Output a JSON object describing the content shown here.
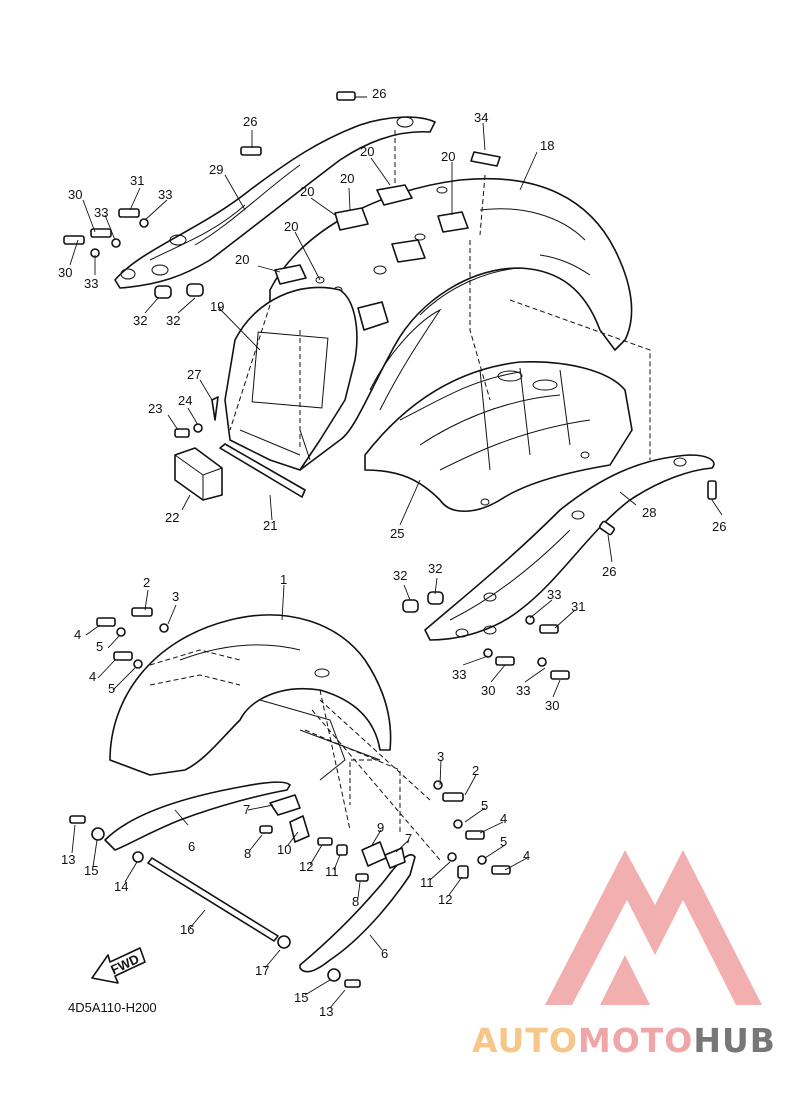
{
  "diagram": {
    "code": "4D5A110-H200",
    "fwd_label": "FWD",
    "watermark": {
      "part1": "AUTO",
      "part2": "MOTO",
      "part3": "HUB",
      "color_light": "#f7c789",
      "color_pink": "#f0a6a6",
      "color_dark": "#777777"
    },
    "labels": [
      {
        "id": "l26a",
        "text": "26"
      },
      {
        "id": "l26b",
        "text": "26"
      },
      {
        "id": "l34",
        "text": "34"
      },
      {
        "id": "l18",
        "text": "18"
      },
      {
        "id": "l20a",
        "text": "20"
      },
      {
        "id": "l20b",
        "text": "20"
      },
      {
        "id": "l20c",
        "text": "20"
      },
      {
        "id": "l20d",
        "text": "20"
      },
      {
        "id": "l20e",
        "text": "20"
      },
      {
        "id": "l20f",
        "text": "20"
      },
      {
        "id": "l29",
        "text": "29"
      },
      {
        "id": "l31a",
        "text": "31"
      },
      {
        "id": "l33a",
        "text": "33"
      },
      {
        "id": "l30a",
        "text": "30"
      },
      {
        "id": "l33b",
        "text": "33"
      },
      {
        "id": "l30b",
        "text": "30"
      },
      {
        "id": "l33c",
        "text": "33"
      },
      {
        "id": "l19",
        "text": "19"
      },
      {
        "id": "l32a",
        "text": "32"
      },
      {
        "id": "l32b",
        "text": "32"
      },
      {
        "id": "l27",
        "text": "27"
      },
      {
        "id": "l23",
        "text": "23"
      },
      {
        "id": "l24",
        "text": "24"
      },
      {
        "id": "l22",
        "text": "22"
      },
      {
        "id": "l21",
        "text": "21"
      },
      {
        "id": "l25",
        "text": "25"
      },
      {
        "id": "l28",
        "text": "28"
      },
      {
        "id": "l26c",
        "text": "26"
      },
      {
        "id": "l26d",
        "text": "26"
      },
      {
        "id": "l1",
        "text": "1"
      },
      {
        "id": "l2a",
        "text": "2"
      },
      {
        "id": "l3a",
        "text": "3"
      },
      {
        "id": "l4a",
        "text": "4"
      },
      {
        "id": "l5a",
        "text": "5"
      },
      {
        "id": "l4b",
        "text": "4"
      },
      {
        "id": "l5b",
        "text": "5"
      },
      {
        "id": "l32c",
        "text": "32"
      },
      {
        "id": "l32d",
        "text": "32"
      },
      {
        "id": "l33d",
        "text": "33"
      },
      {
        "id": "l31b",
        "text": "31"
      },
      {
        "id": "l33e",
        "text": "33"
      },
      {
        "id": "l30c",
        "text": "30"
      },
      {
        "id": "l33f",
        "text": "33"
      },
      {
        "id": "l30d",
        "text": "30"
      },
      {
        "id": "l3b",
        "text": "3"
      },
      {
        "id": "l2b",
        "text": "2"
      },
      {
        "id": "l5c",
        "text": "5"
      },
      {
        "id": "l4c",
        "text": "4"
      },
      {
        "id": "l5d",
        "text": "5"
      },
      {
        "id": "l4d",
        "text": "4"
      },
      {
        "id": "l7a",
        "text": "7"
      },
      {
        "id": "l6a",
        "text": "6"
      },
      {
        "id": "l8a",
        "text": "8"
      },
      {
        "id": "l10",
        "text": "10"
      },
      {
        "id": "l9",
        "text": "9"
      },
      {
        "id": "l7b",
        "text": "7"
      },
      {
        "id": "l12a",
        "text": "12"
      },
      {
        "id": "l11a",
        "text": "11"
      },
      {
        "id": "l8b",
        "text": "8"
      },
      {
        "id": "l11b",
        "text": "11"
      },
      {
        "id": "l12b",
        "text": "12"
      },
      {
        "id": "l13a",
        "text": "13"
      },
      {
        "id": "l15a",
        "text": "15"
      },
      {
        "id": "l14",
        "text": "14"
      },
      {
        "id": "l16",
        "text": "16"
      },
      {
        "id": "l17",
        "text": "17"
      },
      {
        "id": "l6b",
        "text": "6"
      },
      {
        "id": "l15b",
        "text": "15"
      },
      {
        "id": "l13b",
        "text": "13"
      }
    ]
  }
}
